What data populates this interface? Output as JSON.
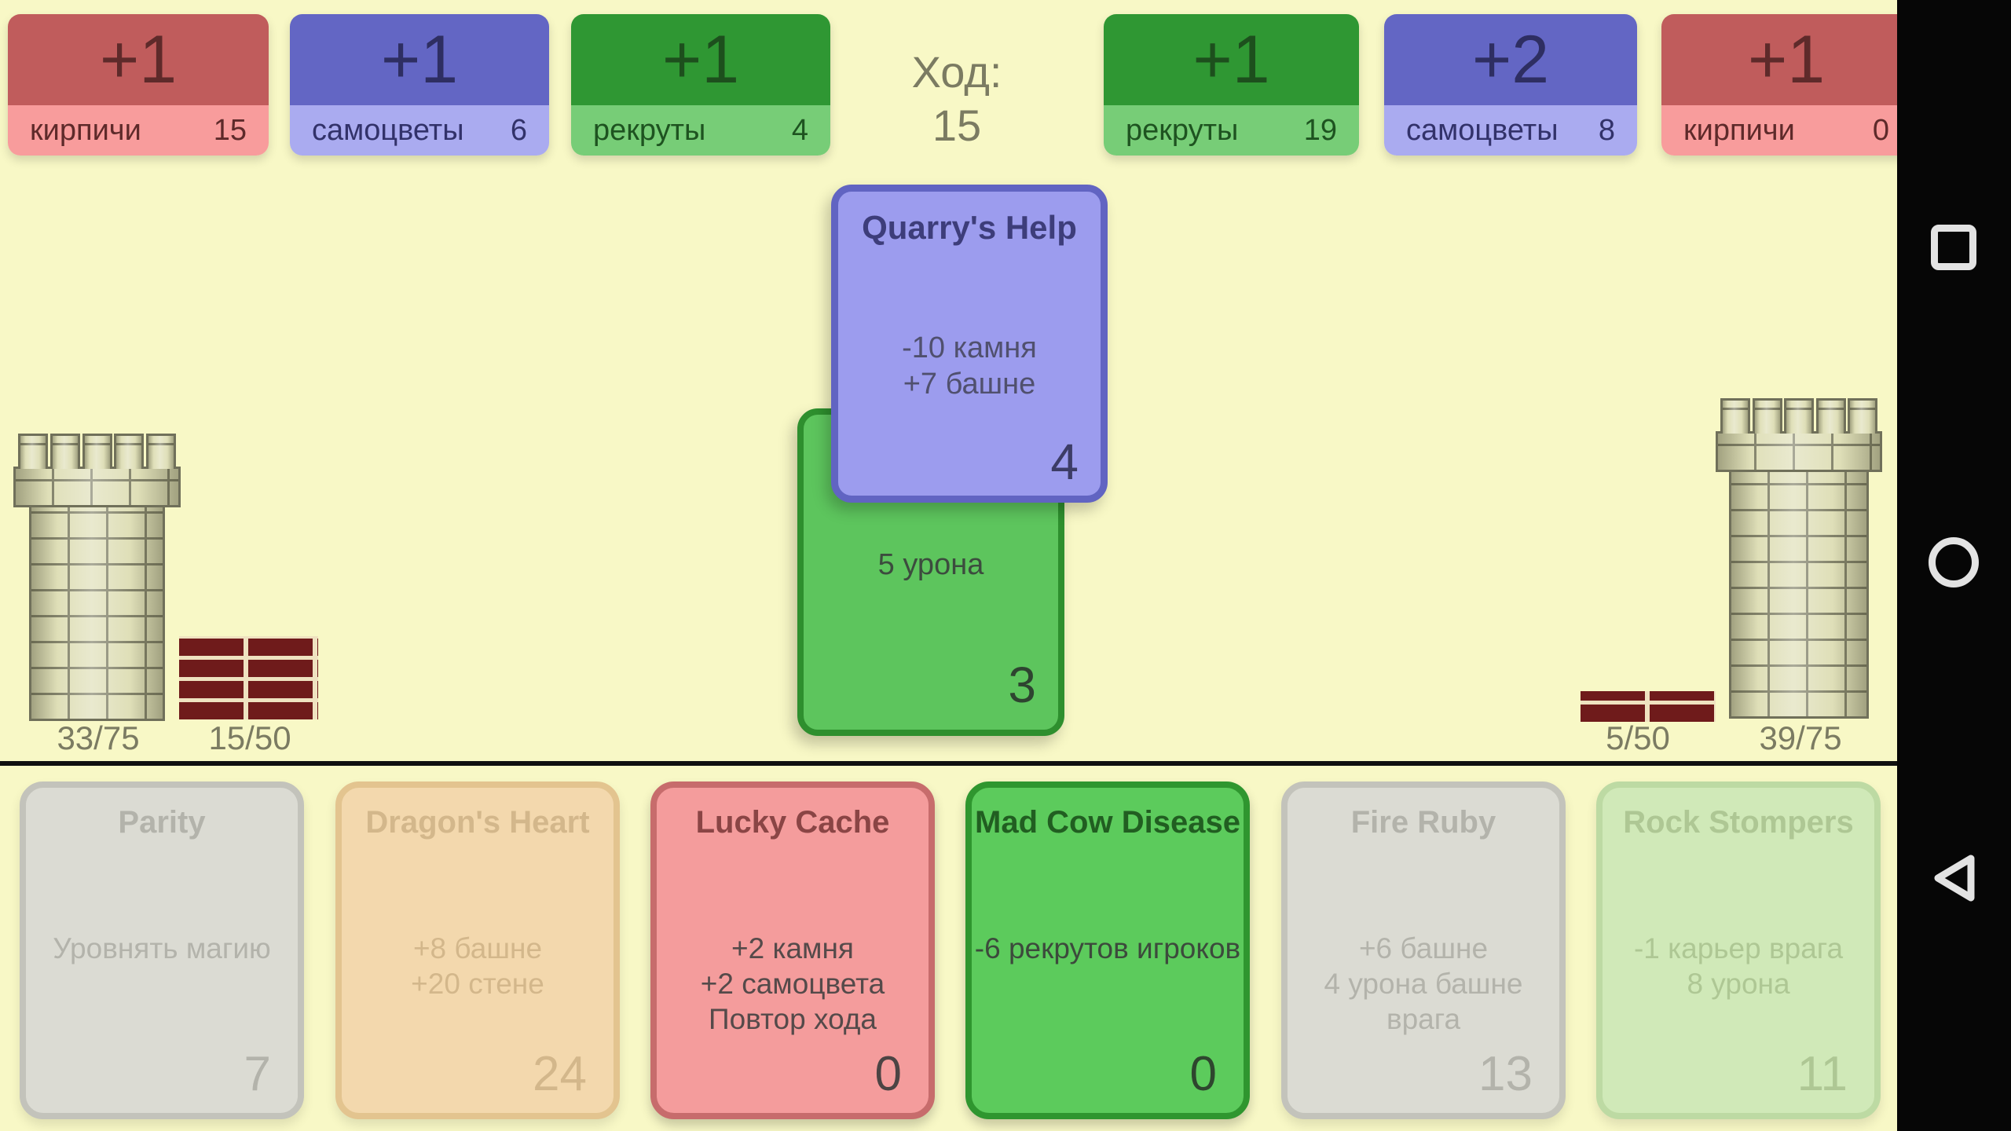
{
  "turn": {
    "label": "Ход:",
    "value": "15"
  },
  "resources": [
    {
      "delta": "+1",
      "label": "кирпичи",
      "value": "15",
      "type": "red"
    },
    {
      "delta": "+1",
      "label": "самоцветы",
      "value": "6",
      "type": "blue"
    },
    {
      "delta": "+1",
      "label": "рекруты",
      "value": "4",
      "type": "green"
    },
    {
      "delta": "+1",
      "label": "рекруты",
      "value": "19",
      "type": "green"
    },
    {
      "delta": "+2",
      "label": "самоцветы",
      "value": "8",
      "type": "blue"
    },
    {
      "delta": "+1",
      "label": "кирпичи",
      "value": "0",
      "type": "red"
    }
  ],
  "field": {
    "left_tower": "33/75",
    "left_wall": "15/50",
    "right_wall": "5/50",
    "right_tower": "39/75"
  },
  "played": [
    {
      "name": "",
      "body": [
        "5 урона"
      ],
      "cost": "3",
      "type": "green"
    },
    {
      "name": "Quarry's Help",
      "body": [
        "-10 камня",
        "+7 башне"
      ],
      "cost": "4",
      "type": "blue"
    }
  ],
  "hand": [
    {
      "name": "Parity",
      "body": [
        "Уровнять магию"
      ],
      "cost": "7",
      "state": "disabled"
    },
    {
      "name": "Dragon's Heart",
      "body": [
        "+8 башне",
        "+20 стене"
      ],
      "cost": "24",
      "state": "disabled"
    },
    {
      "name": "Lucky Cache",
      "body": [
        "+2 камня",
        "+2 самоцвета",
        "Повтор хода"
      ],
      "cost": "0",
      "state": "active"
    },
    {
      "name": "Mad Cow Disease",
      "body": [
        "-6 рекрутов игроков"
      ],
      "cost": "0",
      "state": "active"
    },
    {
      "name": "Fire Ruby",
      "body": [
        "+6 башне",
        "4 урона башне врага"
      ],
      "cost": "13",
      "state": "disabled"
    },
    {
      "name": "Rock Stompers",
      "body": [
        "-1 карьер врага",
        "8 урона"
      ],
      "cost": "11",
      "state": "disabled"
    }
  ],
  "colors": {
    "background": "#f8f8c6",
    "red_card_top": "#c05c5c",
    "red_card_strip": "#f89c9c",
    "blue_card_top": "#6366c4",
    "blue_card_strip": "#aaabf0",
    "green_card_top": "#2f9733",
    "green_card_strip": "#77cd77",
    "played_blue_fill": "#9c9cee",
    "played_blue_border": "#6164c2",
    "played_green_fill": "#5dc55d",
    "played_green_border": "#2e8f2e",
    "hand_red_fill": "#f49c9c",
    "hand_red_border": "#c76c6c",
    "hand_green_fill": "#5ccb5c",
    "hand_green_border": "#2f962f",
    "disabled_gray_fill": "#dbdbd3",
    "disabled_tan_fill": "#f3d8ad",
    "disabled_lightgreen_fill": "#d0e9b8",
    "wall_brick": "#6f1b1b",
    "tower_stone": "#dfdfb8",
    "nav_bg": "#060606",
    "nav_icon": "#e3e3e3",
    "label_text": "#7b7b62"
  }
}
